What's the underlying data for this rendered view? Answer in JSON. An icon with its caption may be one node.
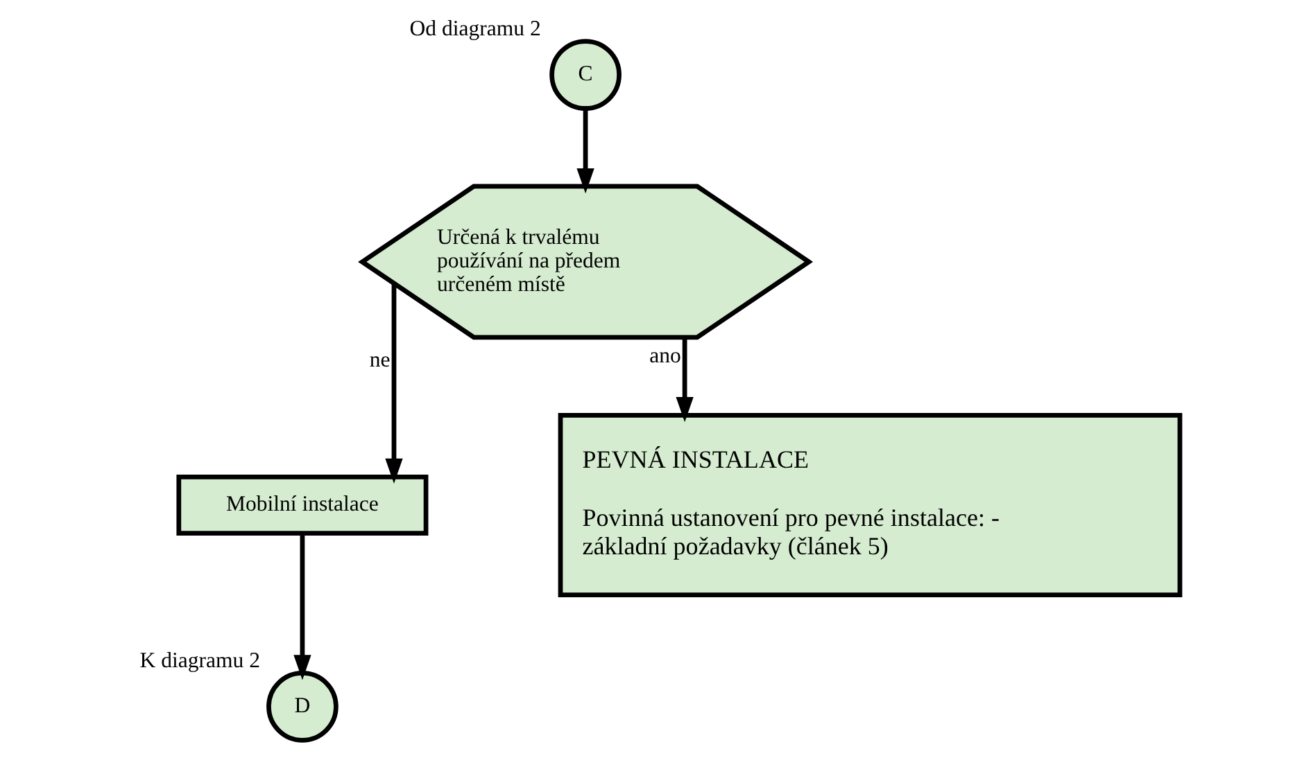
{
  "diagram": {
    "nodes": [
      {
        "text": [
          "C"
        ],
        "beside": [
          "Od diagramu 2"
        ]
      },
      {
        "text": [
          "Určená k trvalému používání na předem určeném místě"
        ]
      },
      {
        "text": [
          "Mobilní instalace"
        ]
      },
      {
        "text": [
          "PEVNÁ INSTALACE",
          "Povinná ustanovení pro pevné instalace: - základní požadavky (článek 5)"
        ]
      },
      {
        "text": [
          "D"
        ],
        "beside": [
          "K diagramu 2"
        ]
      }
    ],
    "edges": [
      {
        "from": 0,
        "to": 1,
        "arrow": "to"
      },
      {
        "from": 1,
        "to": 2,
        "arrow": "to",
        "label": "ne"
      },
      {
        "from": 1,
        "to": 3,
        "arrow": "to",
        "label": "ano"
      },
      {
        "from": 2,
        "to": 4,
        "arrow": "to"
      }
    ]
  }
}
